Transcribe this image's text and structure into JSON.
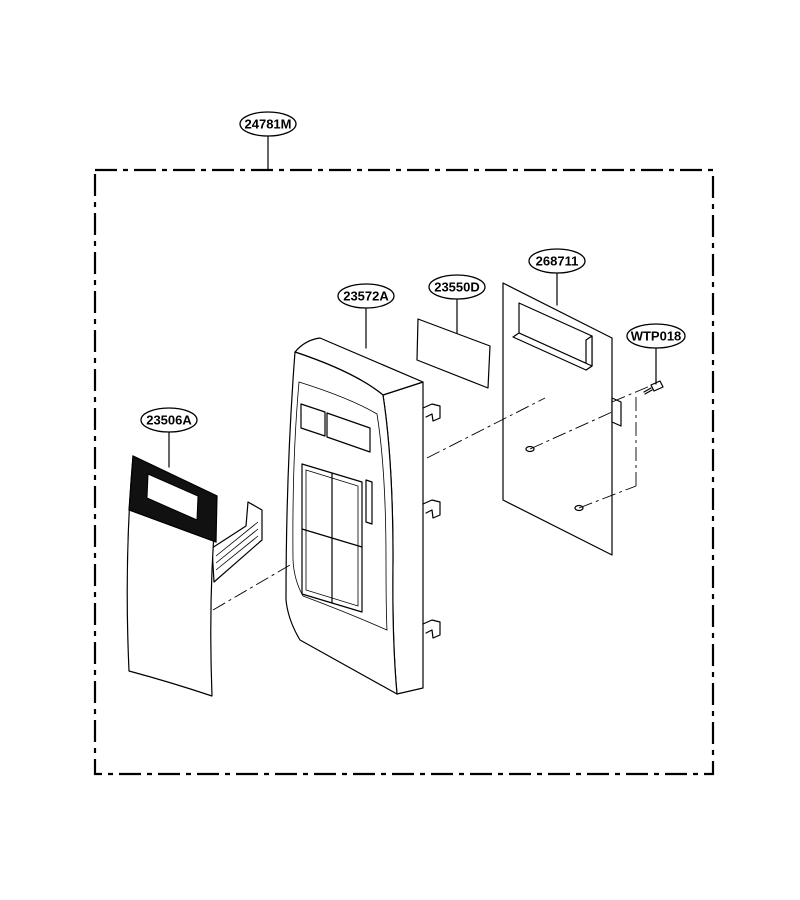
{
  "diagram": {
    "assembly": {
      "part_number": "24781M"
    },
    "parts": [
      {
        "id": "p-23506A",
        "part_number": "23506A",
        "name": "membrane-keypad"
      },
      {
        "id": "p-23572A",
        "part_number": "23572A",
        "name": "control-panel-frame"
      },
      {
        "id": "p-23550D",
        "part_number": "23550D",
        "name": "display-window"
      },
      {
        "id": "p-268711",
        "part_number": "268711",
        "name": "pcb-assembly"
      },
      {
        "id": "p-WTP018",
        "part_number": "WTP018",
        "name": "screw"
      }
    ],
    "line_color": "#000000",
    "background": "#ffffff"
  }
}
